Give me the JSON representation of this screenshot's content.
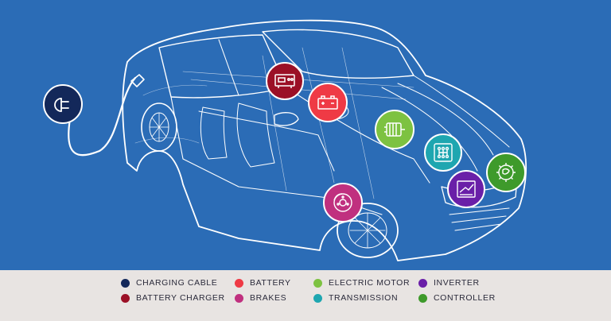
{
  "colors": {
    "background": "#2b6cb6",
    "legend_background": "#e8e4e2",
    "outline": "#ffffff"
  },
  "components": [
    {
      "key": "charging_cable",
      "label": "CHARGING CABLE",
      "color": "#13285a",
      "icon": "plug-icon"
    },
    {
      "key": "battery_charger",
      "label": "BATTERY CHARGER",
      "color": "#9b1026",
      "icon": "charger-icon"
    },
    {
      "key": "battery",
      "label": "BATTERY",
      "color": "#ef3a45",
      "icon": "battery-icon"
    },
    {
      "key": "brakes",
      "label": "BRAKES",
      "color": "#c0307f",
      "icon": "brake-disc-icon"
    },
    {
      "key": "electric_motor",
      "label": "ELECTRIC MOTOR",
      "color": "#7dc241",
      "icon": "motor-icon"
    },
    {
      "key": "transmission",
      "label": "TRANSMISSION",
      "color": "#1ea6b0",
      "icon": "gearshift-icon"
    },
    {
      "key": "inverter",
      "label": "INVERTER",
      "color": "#6a1fa8",
      "icon": "inverter-icon"
    },
    {
      "key": "controller",
      "label": "CONTROLLER",
      "color": "#3e9a2b",
      "icon": "controller-icon"
    }
  ]
}
